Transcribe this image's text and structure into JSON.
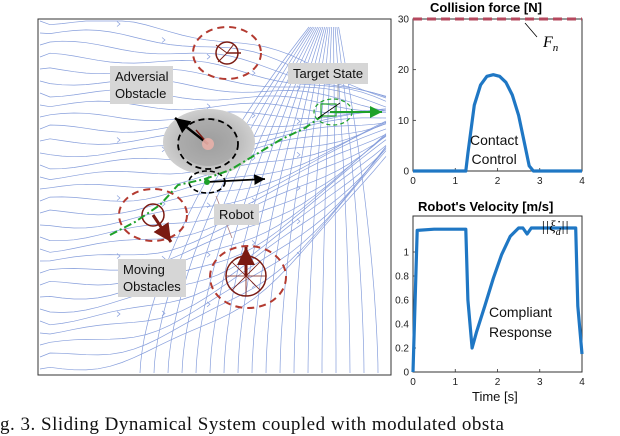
{
  "figure": {
    "caption": "g. 3.     Sliding Dynamical System coupled with modulated obsta",
    "left_panel": {
      "labels": {
        "adversial": "Adversial\nObstacle",
        "target": "Target State",
        "robot": "Robot",
        "moving": "Moving\nObstacles"
      }
    }
  },
  "chart_data": [
    {
      "type": "line",
      "title": "Collision force [N]",
      "xlim": [
        0,
        4
      ],
      "ylim": [
        0,
        30
      ],
      "xticks": [
        0,
        1,
        2,
        3,
        4
      ],
      "yticks": [
        0,
        10,
        20,
        30
      ],
      "series": [
        {
          "name": "F_n",
          "style": "dashed",
          "color": "#b5485e",
          "x": [
            0,
            4
          ],
          "y": [
            30,
            30
          ]
        },
        {
          "name": "",
          "color": "#1f77c4",
          "x": [
            0,
            1.25,
            1.3,
            1.45,
            1.6,
            1.75,
            1.9,
            2.05,
            2.2,
            2.35,
            2.5,
            2.65,
            2.75,
            2.85,
            2.95,
            4
          ],
          "y": [
            0,
            0,
            3.5,
            13,
            17,
            18.7,
            19,
            18.7,
            17.5,
            15,
            11,
            5,
            1,
            0,
            0,
            0
          ]
        }
      ],
      "annotations": {
        "contact": "Contact\nControl",
        "series_label": "F_n"
      }
    },
    {
      "type": "line",
      "title": "Robot's Velocity [m/s]",
      "xlabel": "Time [s]",
      "xlim": [
        0,
        4
      ],
      "ylim": [
        0,
        1.3
      ],
      "xticks": [
        0,
        1,
        2,
        3,
        4
      ],
      "yticks": [
        0,
        0.2,
        0.4,
        0.6,
        0.8,
        1
      ],
      "series": [
        {
          "name": "||ξ̇_d||",
          "color": "#1f77c4",
          "x": [
            0,
            0.1,
            0.5,
            1.0,
            1.25,
            1.3,
            1.4,
            1.5,
            1.7,
            1.9,
            2.1,
            2.3,
            2.5,
            2.6,
            2.7,
            2.8,
            3.1,
            3.5,
            3.85,
            3.9,
            4.0
          ],
          "y": [
            0.0,
            1.18,
            1.19,
            1.19,
            1.19,
            0.6,
            0.2,
            0.33,
            0.55,
            0.78,
            0.98,
            1.13,
            1.2,
            1.2,
            1.15,
            1.2,
            1.2,
            1.2,
            1.2,
            0.55,
            0.15
          ]
        }
      ],
      "annotations": {
        "compliant": "Compliant\nResponse",
        "series_label": "||ξ̇_d||"
      }
    }
  ]
}
